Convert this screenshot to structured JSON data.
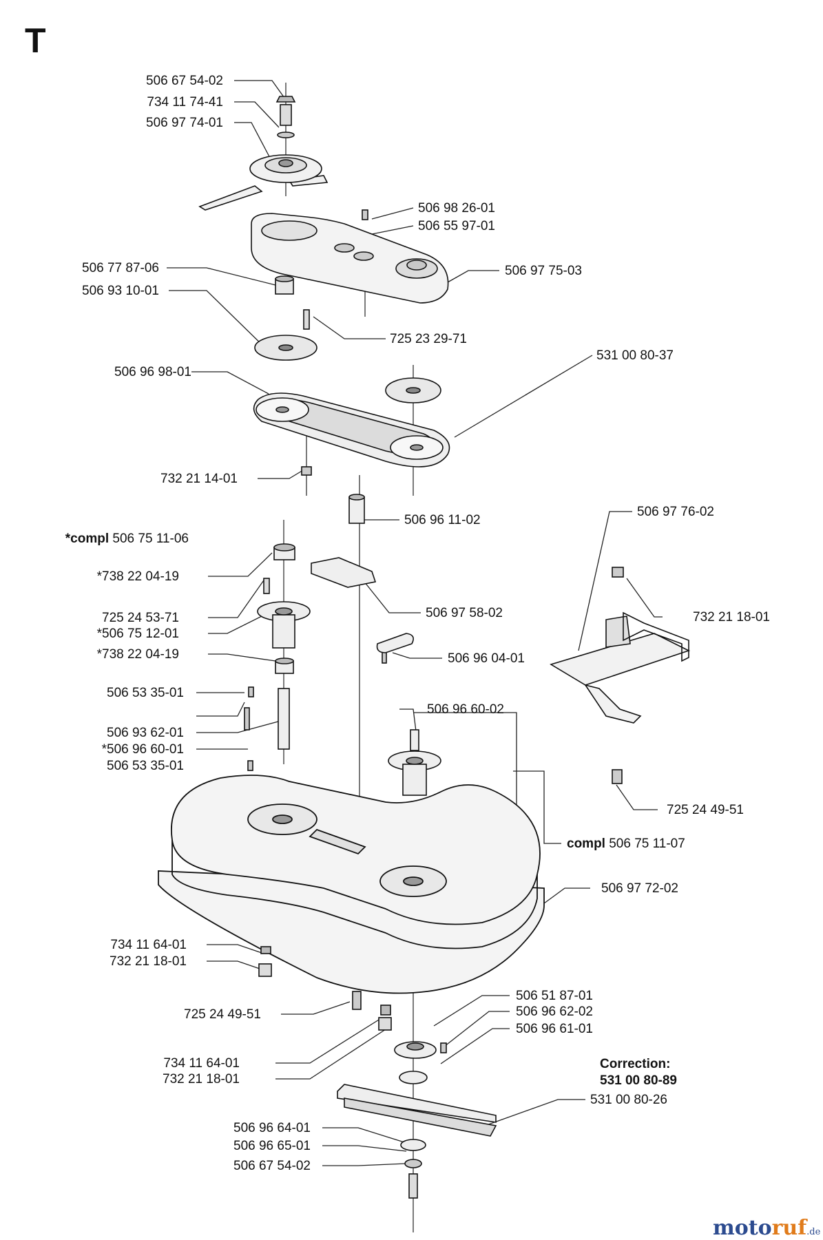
{
  "section": "T",
  "labels": {
    "l1": "506 67 54-02",
    "l2": "734 11 74-41",
    "l3": "506 97 74-01",
    "l4": "506 98 26-01",
    "l5": "506 55 97-01",
    "l6": "506 77 87-06",
    "l7": "506 97 75-03",
    "l8": "506 93 10-01",
    "l9": "725 23 29-71",
    "l10": "531 00 80-37",
    "l11": "506 96 98-01",
    "l12": "732 21 14-01",
    "l13": "506 96 11-02",
    "l14": "506 97 76-02",
    "l15_bold": "*compl",
    "l15": "506 75 11-06",
    "l16": "*738 22 04-19",
    "l17": "506 97 58-02",
    "l18": "732 21 18-01",
    "l19": "725 24 53-71",
    "l20": "*506 75 12-01",
    "l21": "*738 22 04-19",
    "l22": "506 96 04-01",
    "l23": "506 53 35-01",
    "l24": "506 96 60-02",
    "l25": "506 93 62-01",
    "l26": "*506 96 60-01",
    "l27": "506 53 35-01",
    "l28": "725 24 49-51",
    "l29_bold": "compl",
    "l29": "506 75 11-07",
    "l30": "506 97 72-02",
    "l31": "734 11 64-01",
    "l32": "732 21 18-01",
    "l33": "506 51 87-01",
    "l34": "725 24 49-51",
    "l35": "506 96 62-02",
    "l36": "506 96 61-01",
    "l37": "734 11 64-01",
    "l38": "732 21 18-01",
    "l39": "531 00 80-26",
    "l40": "506 96 64-01",
    "l41": "506 96 65-01",
    "l42": "506 67 54-02"
  },
  "correction": {
    "title": "Correction:",
    "number": "531 00 80-89"
  },
  "watermark": {
    "a": "moto",
    "b": "ruf",
    "c": ".de"
  }
}
